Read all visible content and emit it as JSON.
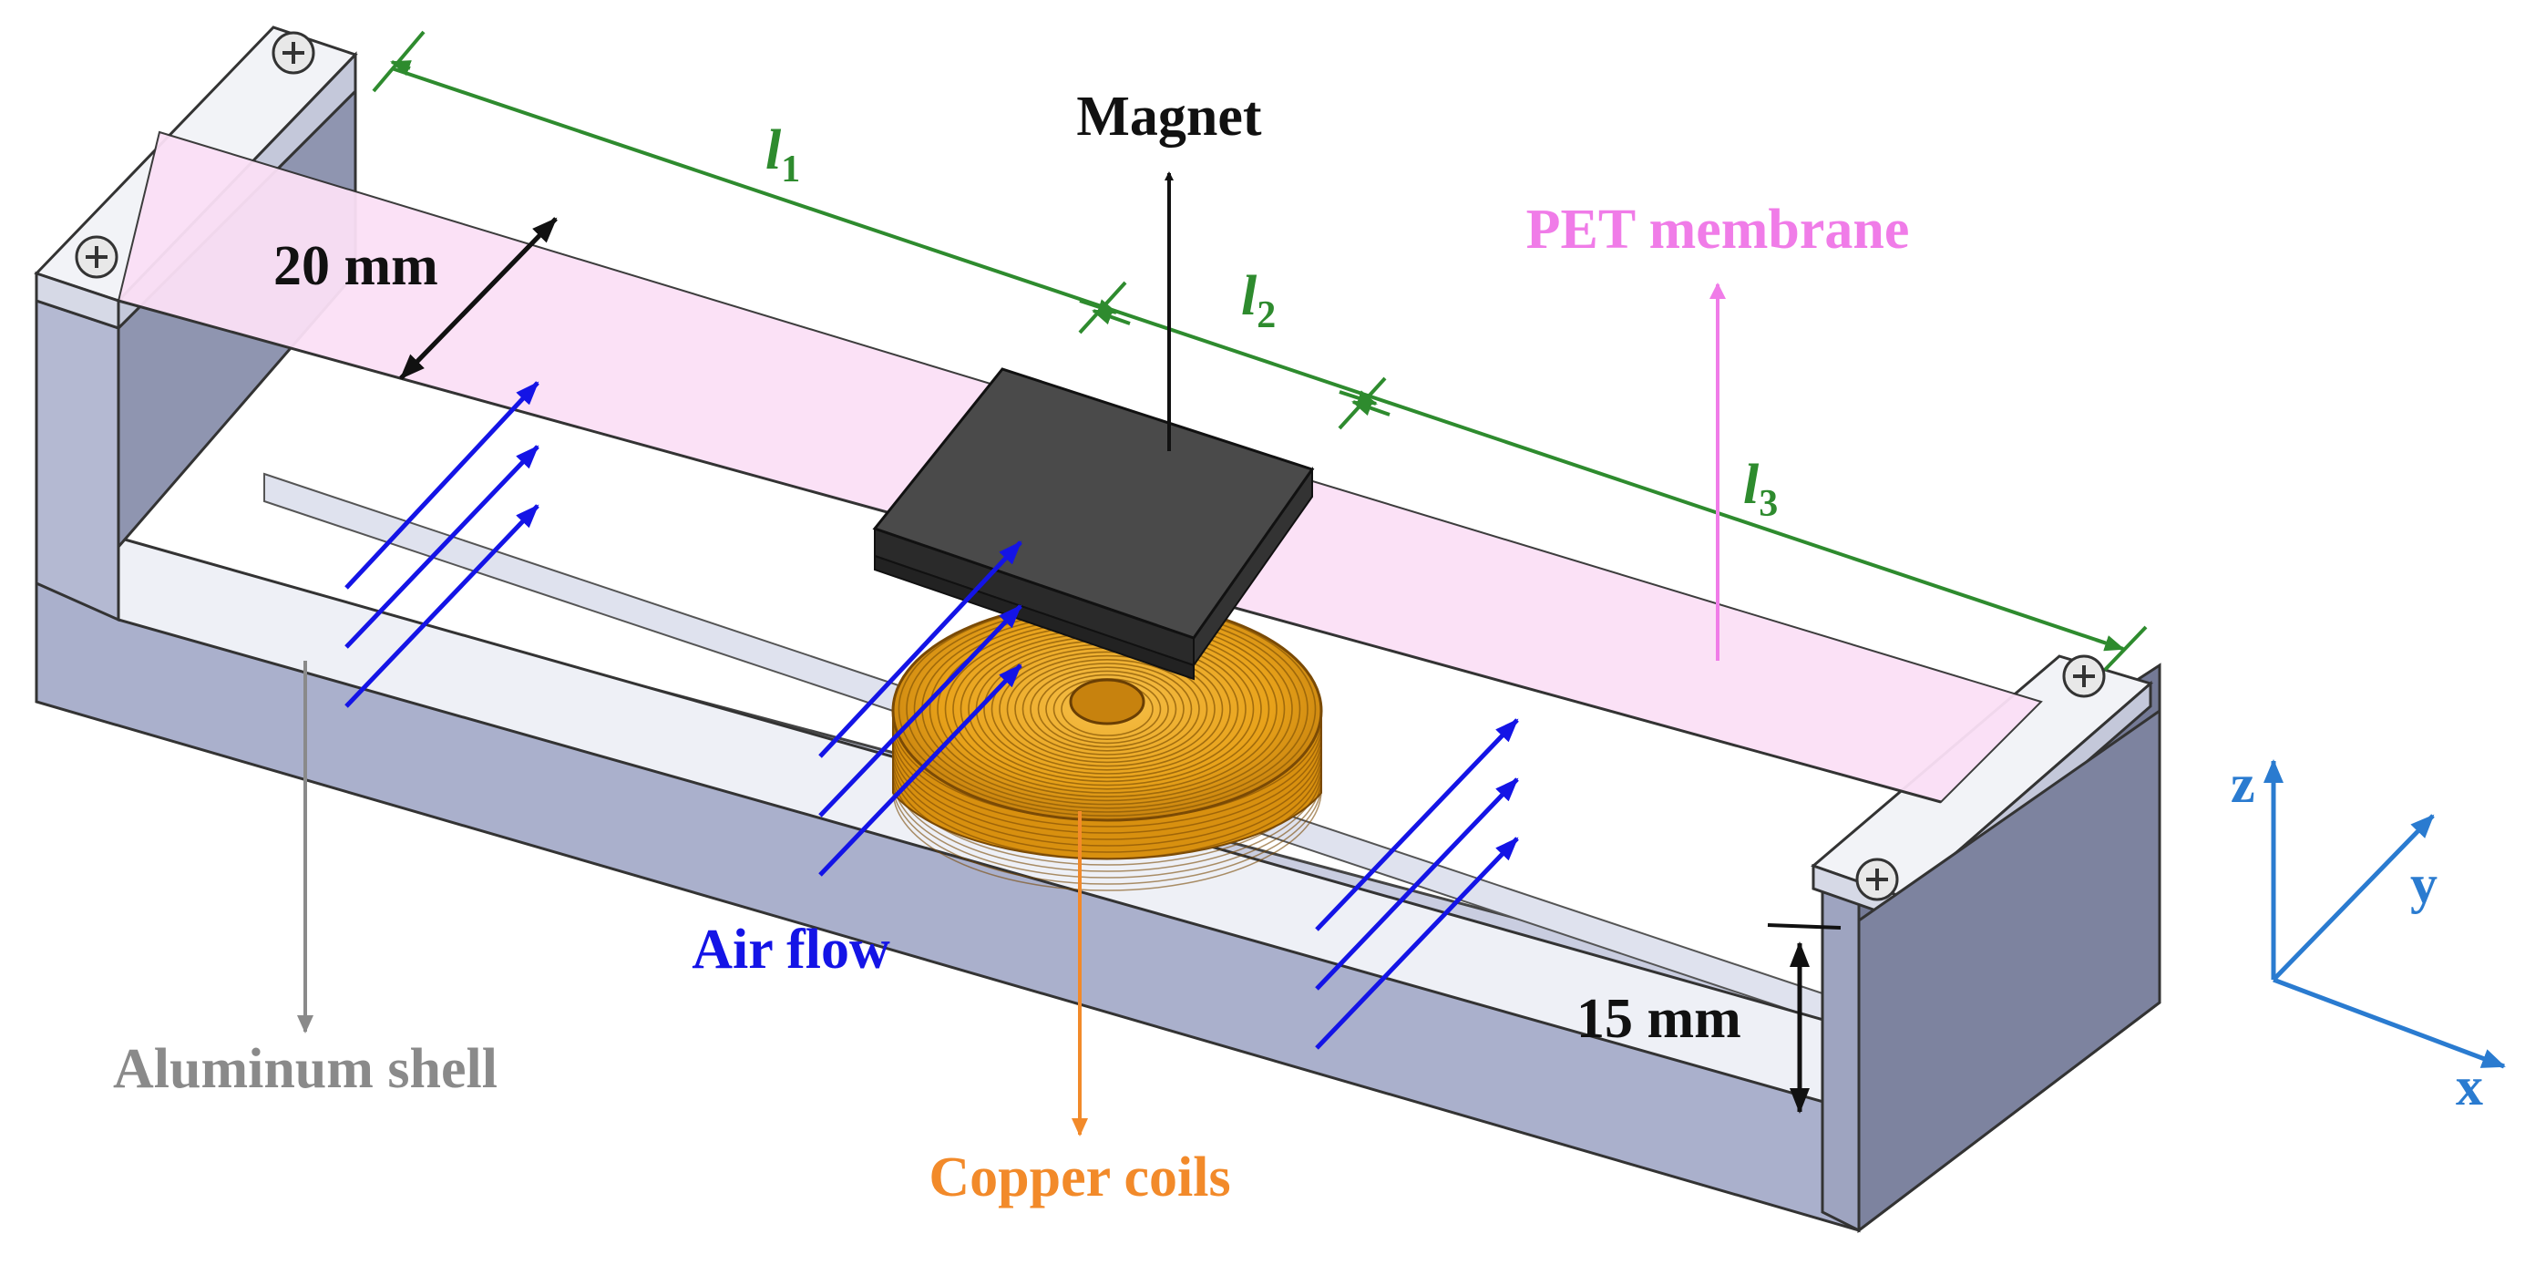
{
  "labels": {
    "magnet": "Magnet",
    "pet_membrane": "PET membrane",
    "air_flow": "Air flow",
    "aluminum_shell": "Aluminum shell",
    "copper_coils": "Copper coils",
    "width_dim": "20 mm",
    "height_dim": "15 mm"
  },
  "lengths": {
    "l1": {
      "base": "l",
      "sub": "1"
    },
    "l2": {
      "base": "l",
      "sub": "2"
    },
    "l3": {
      "base": "l",
      "sub": "3"
    }
  },
  "axes": {
    "x": "x",
    "y": "y",
    "z": "z"
  },
  "colors": {
    "magnet_label": "#111111",
    "pet_label": "#f07ce8",
    "air_flow": "#1414e6",
    "aluminum_label": "#8a8a8a",
    "copper_label": "#f28a2a",
    "dimension_green": "#2e8b2e",
    "axes_blue": "#2a7bd0",
    "membrane_fill": "#fbe0f6",
    "shell_fill": "#aab0cc",
    "magnet_fill": "#4a4a4a",
    "coil_fill": "#e8a21a"
  },
  "icons": [
    "screw-icon"
  ]
}
